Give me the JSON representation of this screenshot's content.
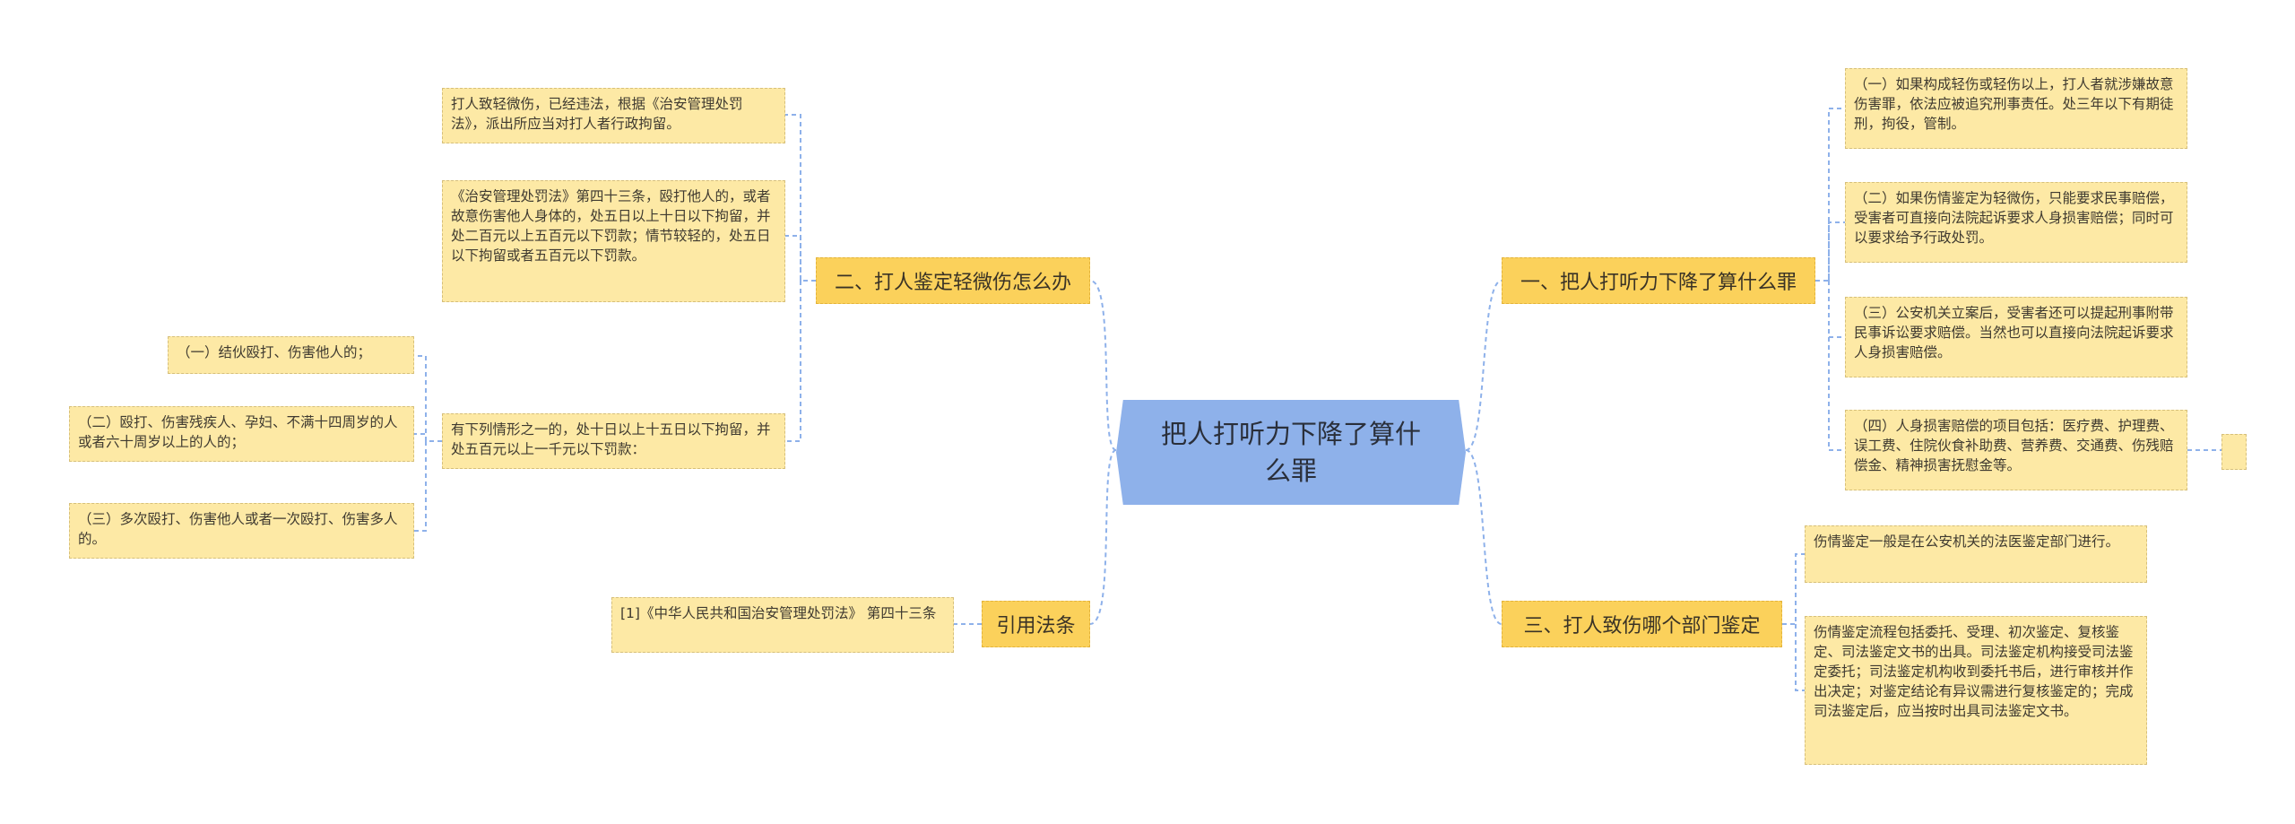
{
  "root": {
    "title": "把人打听力下降了算什么罪"
  },
  "branches": {
    "b1": "一、把人打听力下降了算什么罪",
    "b2": "二、打人鉴定轻微伤怎么办",
    "b3": "三、打人致伤哪个部门鉴定",
    "b4": "引用法条"
  },
  "leaves": {
    "r1_1": "（一）如果构成轻伤或轻伤以上，打人者就涉嫌故意伤害罪，依法应被追究刑事责任。处三年以下有期徒刑，拘役，管制。",
    "r1_2": "（二）如果伤情鉴定为轻微伤，只能要求民事赔偿，受害者可直接向法院起诉要求人身损害赔偿；同时可以要求给予行政处罚。",
    "r1_3": "（三）公安机关立案后，受害者还可以提起刑事附带民事诉讼要求赔偿。当然也可以直接向法院起诉要求人身损害赔偿。",
    "r1_4": "（四）人身损害赔偿的项目包括：医疗费、护理费、误工费、住院伙食补助费、营养费、交通费、伤残赔偿金、精神损害抚慰金等。",
    "r3_1": "伤情鉴定一般是在公安机关的法医鉴定部门进行。",
    "r3_2": "伤情鉴定流程包括委托、受理、初次鉴定、复核鉴定、司法鉴定文书的出具。司法鉴定机构接受司法鉴定委托；司法鉴定机构收到委托书后，进行审核并作出决定；对鉴定结论有异议需进行复核鉴定的；完成司法鉴定后，应当按时出具司法鉴定文书。",
    "l2_1": "打人致轻微伤，已经违法，根据《治安管理处罚法》，派出所应当对打人者行政拘留。",
    "l2_2": "《治安管理处罚法》第四十三条，殴打他人的，或者故意伤害他人身体的，处五日以上十日以下拘留，并处二百元以上五百元以下罚款；情节较轻的，处五日以下拘留或者五百元以下罚款。",
    "l2_3": "有下列情形之一的，处十日以上十五日以下拘留，并处五百元以上一千元以下罚款：",
    "l2_3_1": "（一）结伙殴打、伤害他人的；",
    "l2_3_2": "（二）殴打、伤害残疾人、孕妇、不满十四周岁的人或者六十周岁以上的人的；",
    "l2_3_3": "（三）多次殴打、伤害他人或者一次殴打、伤害多人的。",
    "l4_1": "[1]《中华人民共和国治安管理处罚法》 第四十三条"
  },
  "colors": {
    "root": "#8eb1ea",
    "branch": "#fbd15b",
    "leaf": "#fde9a5",
    "connector": "#8eb1ea"
  }
}
